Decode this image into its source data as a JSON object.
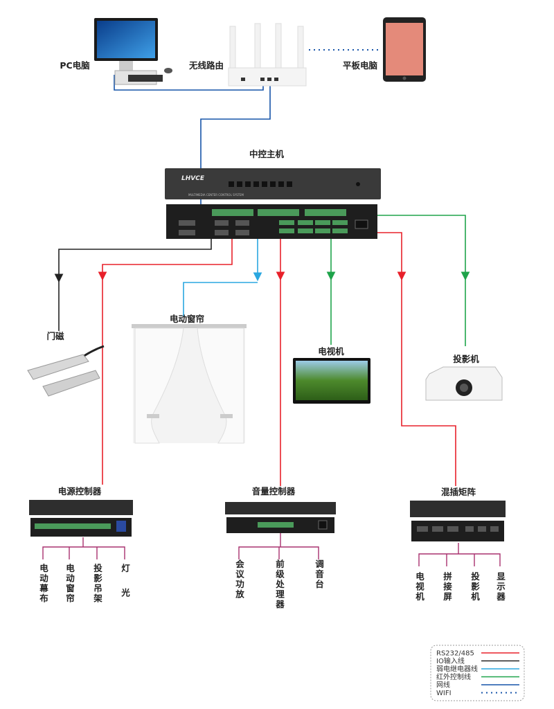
{
  "colors": {
    "rs232": "#e8202a",
    "io": "#222222",
    "relay": "#2aa7e0",
    "ir": "#1ea34a",
    "network": "#1553a8",
    "wifi": "#1553a8",
    "branch": "#a8306e"
  },
  "devices": {
    "pc": "PC电脑",
    "router": "无线路由",
    "tablet": "平板电脑",
    "host": "中控主机",
    "host_brand": "LHVCE",
    "host_caption": "MULTIMEDIA CENTER CONTROL SYSTEM",
    "door": "门磁",
    "curtain": "电动窗帘",
    "tv": "电视机",
    "projector": "投影机",
    "power_ctrl": "电源控制器",
    "volume_ctrl": "音量控制器",
    "matrix": "混插矩阵"
  },
  "power_outputs": [
    "电动幕布",
    "电动窗帘",
    "投影吊架",
    "灯光"
  ],
  "volume_outputs": [
    "会议功放",
    "前级处理器",
    "调音台"
  ],
  "matrix_outputs": [
    "电视机",
    "拼接屏",
    "投影机",
    "显示器"
  ],
  "legend": [
    {
      "label": "RS232/485",
      "type": "rs232"
    },
    {
      "label": "IO输入线",
      "type": "io"
    },
    {
      "label": "弱电继电器线",
      "type": "relay"
    },
    {
      "label": "红外控制线",
      "type": "ir"
    },
    {
      "label": "网线",
      "type": "network"
    },
    {
      "label": "WIFI",
      "type": "wifi"
    }
  ]
}
